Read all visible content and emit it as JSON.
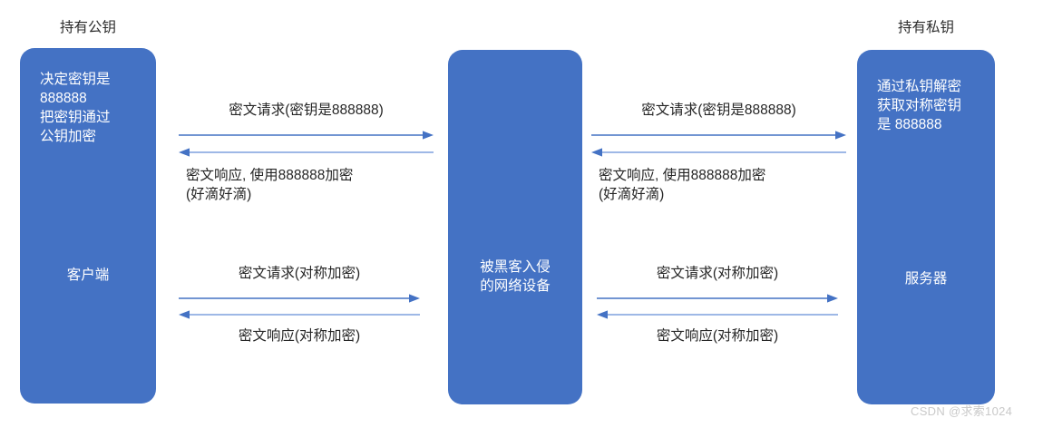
{
  "meta": {
    "colors": {
      "node_fill": "#4472C4",
      "arrow_dark": "#4472C4",
      "arrow_light": "#7FA1DD",
      "node_text": "#FFFFFF",
      "caption_text": "#2B2B2B",
      "watermark_text": "#C9C9C9",
      "background": "#FFFFFF"
    }
  },
  "captions": {
    "left": "持有公钥",
    "right": "持有私钥"
  },
  "nodes": {
    "client": {
      "detail": "决定密钥是\n888888\n把密钥通过\n公钥加密",
      "name": "客户端"
    },
    "middle": {
      "detail": "",
      "name": "被黑客入侵\n的网络设备"
    },
    "server": {
      "detail": "通过私钥解密\n获取对称密钥\n是 888888",
      "name": "服务器"
    }
  },
  "flows": {
    "left_top_request": "密文请求(密钥是888888)",
    "left_top_response": "密文响应, 使用888888加密\n(好滴好滴)",
    "left_bottom_request": "密文请求(对称加密)",
    "left_bottom_response": "密文响应(对称加密)",
    "right_top_request": "密文请求(密钥是888888)",
    "right_top_response": "密文响应, 使用888888加密\n(好滴好滴)",
    "right_bottom_request": "密文请求(对称加密)",
    "right_bottom_response": "密文响应(对称加密)"
  },
  "watermark": "CSDN @求索1024"
}
